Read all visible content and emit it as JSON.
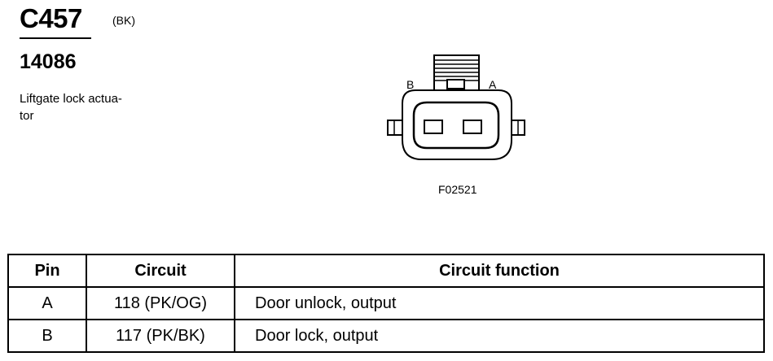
{
  "header": {
    "connector_id": "C457",
    "color_code": "(BK)",
    "part_number": "14086",
    "description": "Liftgate lock actua-\ntor"
  },
  "diagram": {
    "pin_label_b": "B",
    "pin_label_a": "A",
    "figure_code": "F02521"
  },
  "table": {
    "headers": {
      "pin": "Pin",
      "circuit": "Circuit",
      "function": "Circuit function"
    },
    "rows": [
      {
        "pin": "A",
        "circuit": "118 (PK/OG)",
        "function": "Door unlock, output"
      },
      {
        "pin": "B",
        "circuit": "117 (PK/BK)",
        "function": "Door lock, output"
      }
    ]
  }
}
